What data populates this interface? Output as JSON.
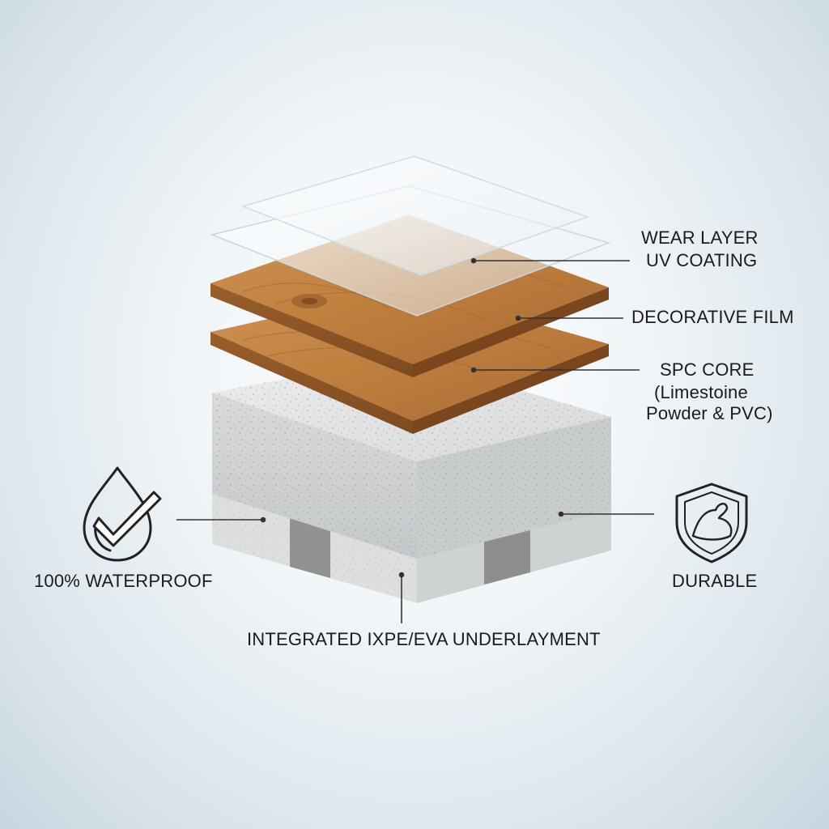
{
  "labels": {
    "wear_layer": "WEAR LAYER",
    "uv_coating": "UV COATING",
    "decorative_film": "DECORATIVE FILM",
    "spc_core_line1": "SPC CORE",
    "spc_core_line2": "(Limestoine",
    "spc_core_line3": "Powder & PVC)",
    "waterproof": "100% WATERPROOF",
    "durable": "DURABLE",
    "underlayment": "INTEGRATED IXPE/EVA UNDERLAYMENT"
  },
  "icons": {
    "waterproof": "water-drop-check-icon",
    "durable": "shield-muscle-icon"
  },
  "colors": {
    "wood": "#b9783f",
    "wood_edge": "#8a5428",
    "stone": "#d9dbdc",
    "stone_side": "#c4c7c9",
    "underlay": "#e4e6e7",
    "underlay_dark": "#8e9092",
    "leader": "#333333"
  }
}
